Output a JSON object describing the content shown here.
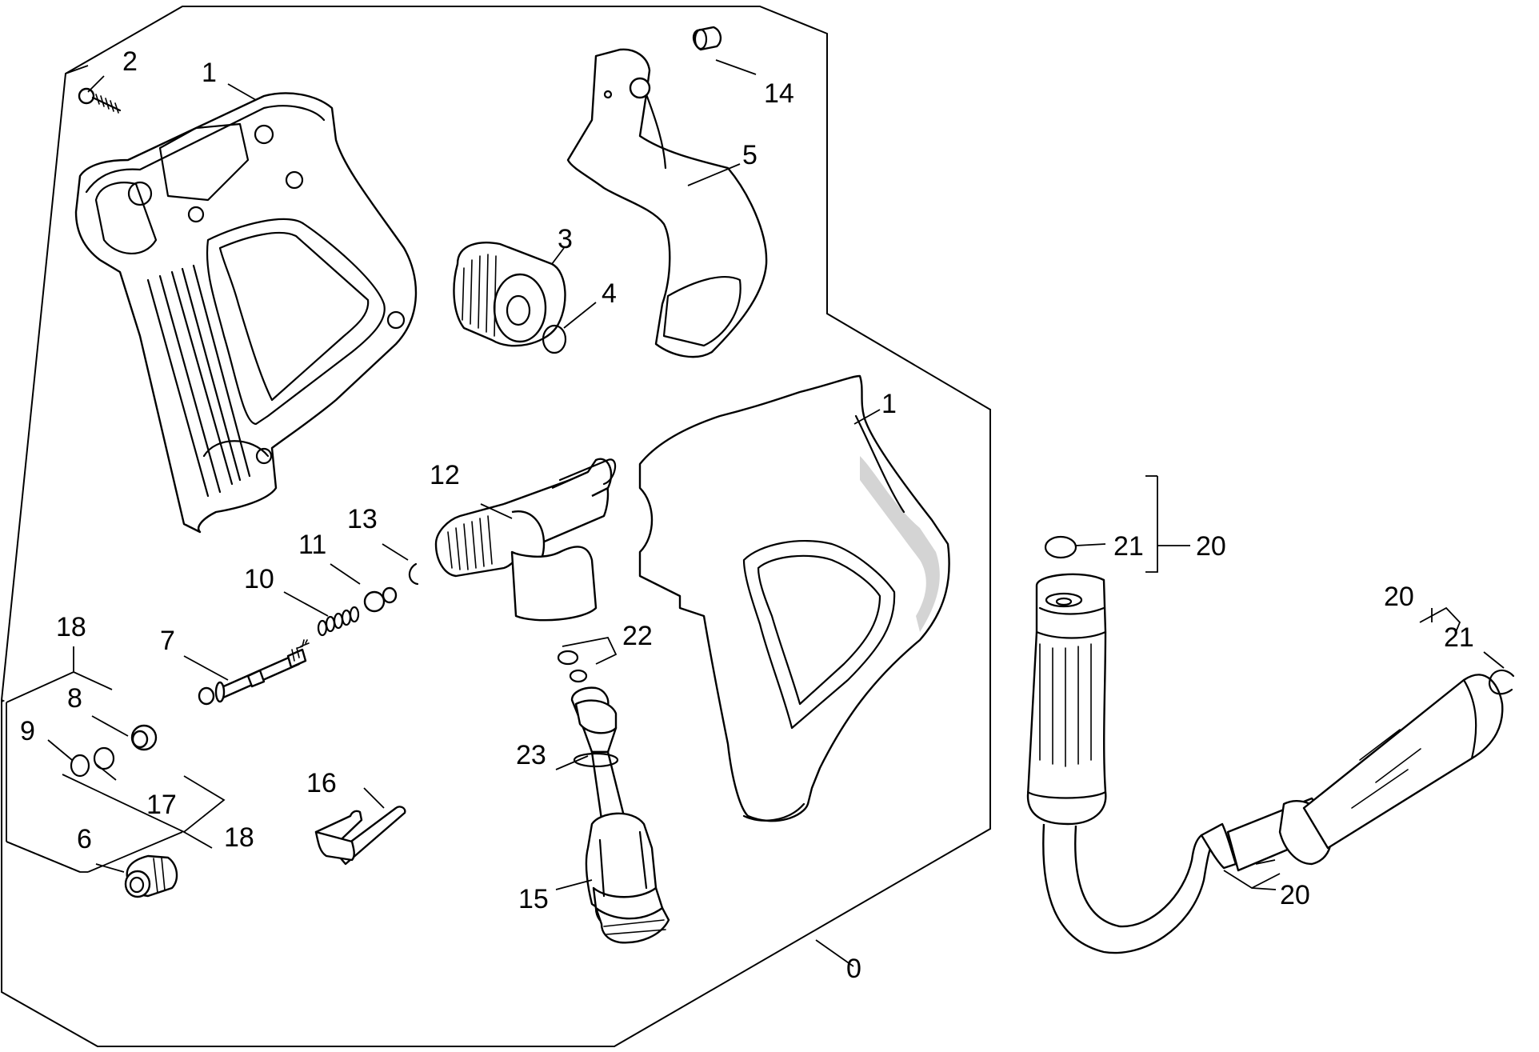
{
  "labels": {
    "assembly": "0",
    "handle_half_left": "1",
    "handle_half_right": "1",
    "screw": "2",
    "adjusting_wheel": "3",
    "o_ring_4": "4",
    "trigger": "5",
    "valve_seat": "6",
    "valve_rod": "7",
    "washer": "8",
    "o_ring_9": "9",
    "spring": "10",
    "ring_11": "11",
    "inlet_nipple": "12",
    "circlip_13": "13",
    "pin": "14",
    "outlet_connector": "15",
    "clip": "16",
    "o_ring_17": "17",
    "kit_18_top": "18",
    "kit_18_bottom": "18",
    "hose_kit_top": "20",
    "hose_kit_right": "20",
    "hose_kit_bottom": "20",
    "o_ring_21_top": "21",
    "o_ring_21_right": "21",
    "o_ring_22": "22",
    "o_ring_23": "23"
  }
}
